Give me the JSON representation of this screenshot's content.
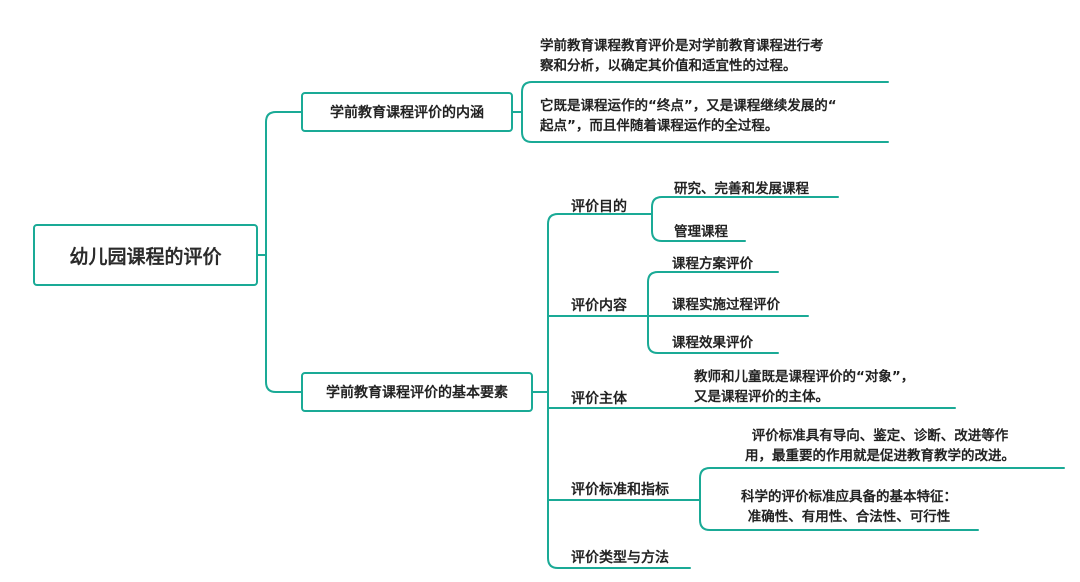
{
  "colors": {
    "line": "#1aaa96",
    "text": "#222222",
    "background": "#ffffff"
  },
  "root": {
    "title": "幼儿园课程的评价"
  },
  "branch_connotation": {
    "title": "学前教育课程评价的内涵",
    "items": [
      {
        "lines": [
          "学前教育课程教育评价是对学前教育课程进行考",
          "察和分析，以确定其价值和适宜性的过程。"
        ]
      },
      {
        "lines": [
          "它既是课程运作的“终点”，又是课程继续发展的“",
          "起点”，而且伴随着课程运作的全过程。"
        ]
      }
    ]
  },
  "branch_elements": {
    "title": "学前教育课程评价的基本要素",
    "purpose": {
      "label": "评价目的",
      "items": [
        "研究、完善和发展课程",
        "管理课程"
      ]
    },
    "content": {
      "label": "评价内容",
      "items": [
        "课程方案评价",
        "课程实施过程评价",
        "课程效果评价"
      ]
    },
    "subject": {
      "label": "评价主体",
      "lines": [
        "教师和儿童既是课程评价的“对象”，",
        "又是课程评价的主体。"
      ]
    },
    "standard": {
      "label": "评价标准和指标",
      "items": [
        {
          "lines": [
            "评价标准具有导向、鉴定、诊断、改进等作",
            "用，最重要的作用就是促进教育教学的改进。"
          ]
        },
        {
          "lines": [
            "科学的评价标准应具备的基本特征：",
            "准确性、有用性、合法性、可行性"
          ]
        }
      ]
    },
    "types": {
      "label": "评价类型与方法"
    }
  }
}
